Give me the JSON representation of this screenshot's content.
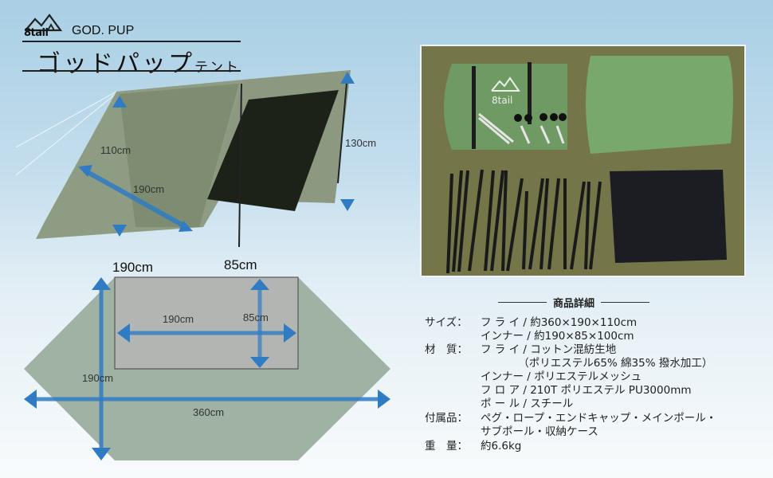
{
  "header": {
    "brand": "8tail",
    "subtitle": "GOD. PUP",
    "title_main": "ゴッドパップ",
    "title_suffix": "テント"
  },
  "tent_illustration": {
    "height_front": "110cm",
    "diagonal": "190cm",
    "height_rear": "130cm"
  },
  "floor_plan": {
    "inner_length_top": "190cm",
    "inner_width_top": "85cm",
    "inner_length": "190cm",
    "inner_width": "85cm",
    "fly_depth": "190cm",
    "fly_width": "360cm",
    "colors": {
      "fly": "#9fb2a4",
      "inner": "#b3b5b3",
      "arrow": "#2f7cc4"
    }
  },
  "product_photo": {
    "bag_logo": "8tail",
    "contents": [
      "storage bag",
      "fly sheet",
      "pegs",
      "ropes",
      "end caps",
      "poles",
      "inner mesh"
    ]
  },
  "specs": {
    "heading": "商品詳細",
    "rows": [
      {
        "label": "サイズ：",
        "value": "フ ラ イ / 約360×190×110cm"
      },
      {
        "label": "",
        "value": "インナー / 約190×85×100cm"
      },
      {
        "label": "材　質：",
        "value": "フ ラ イ / コットン混紡生地"
      },
      {
        "label": "",
        "value": "　　　　（ポリエステル65% 綿35% 撥水加工）"
      },
      {
        "label": "",
        "value": "インナー / ポリエステルメッシュ"
      },
      {
        "label": "",
        "value": "フ ロ ア / 210T ポリエステル PU3000mm"
      },
      {
        "label": "",
        "value": "ポ ー ル / スチール"
      },
      {
        "label": "付属品：",
        "value": "ペグ・ロープ・エンドキャップ・メインポール・"
      },
      {
        "label": "",
        "value": "サブポール・収納ケース"
      },
      {
        "label": "重　量：",
        "value": "約6.6kg"
      }
    ]
  }
}
